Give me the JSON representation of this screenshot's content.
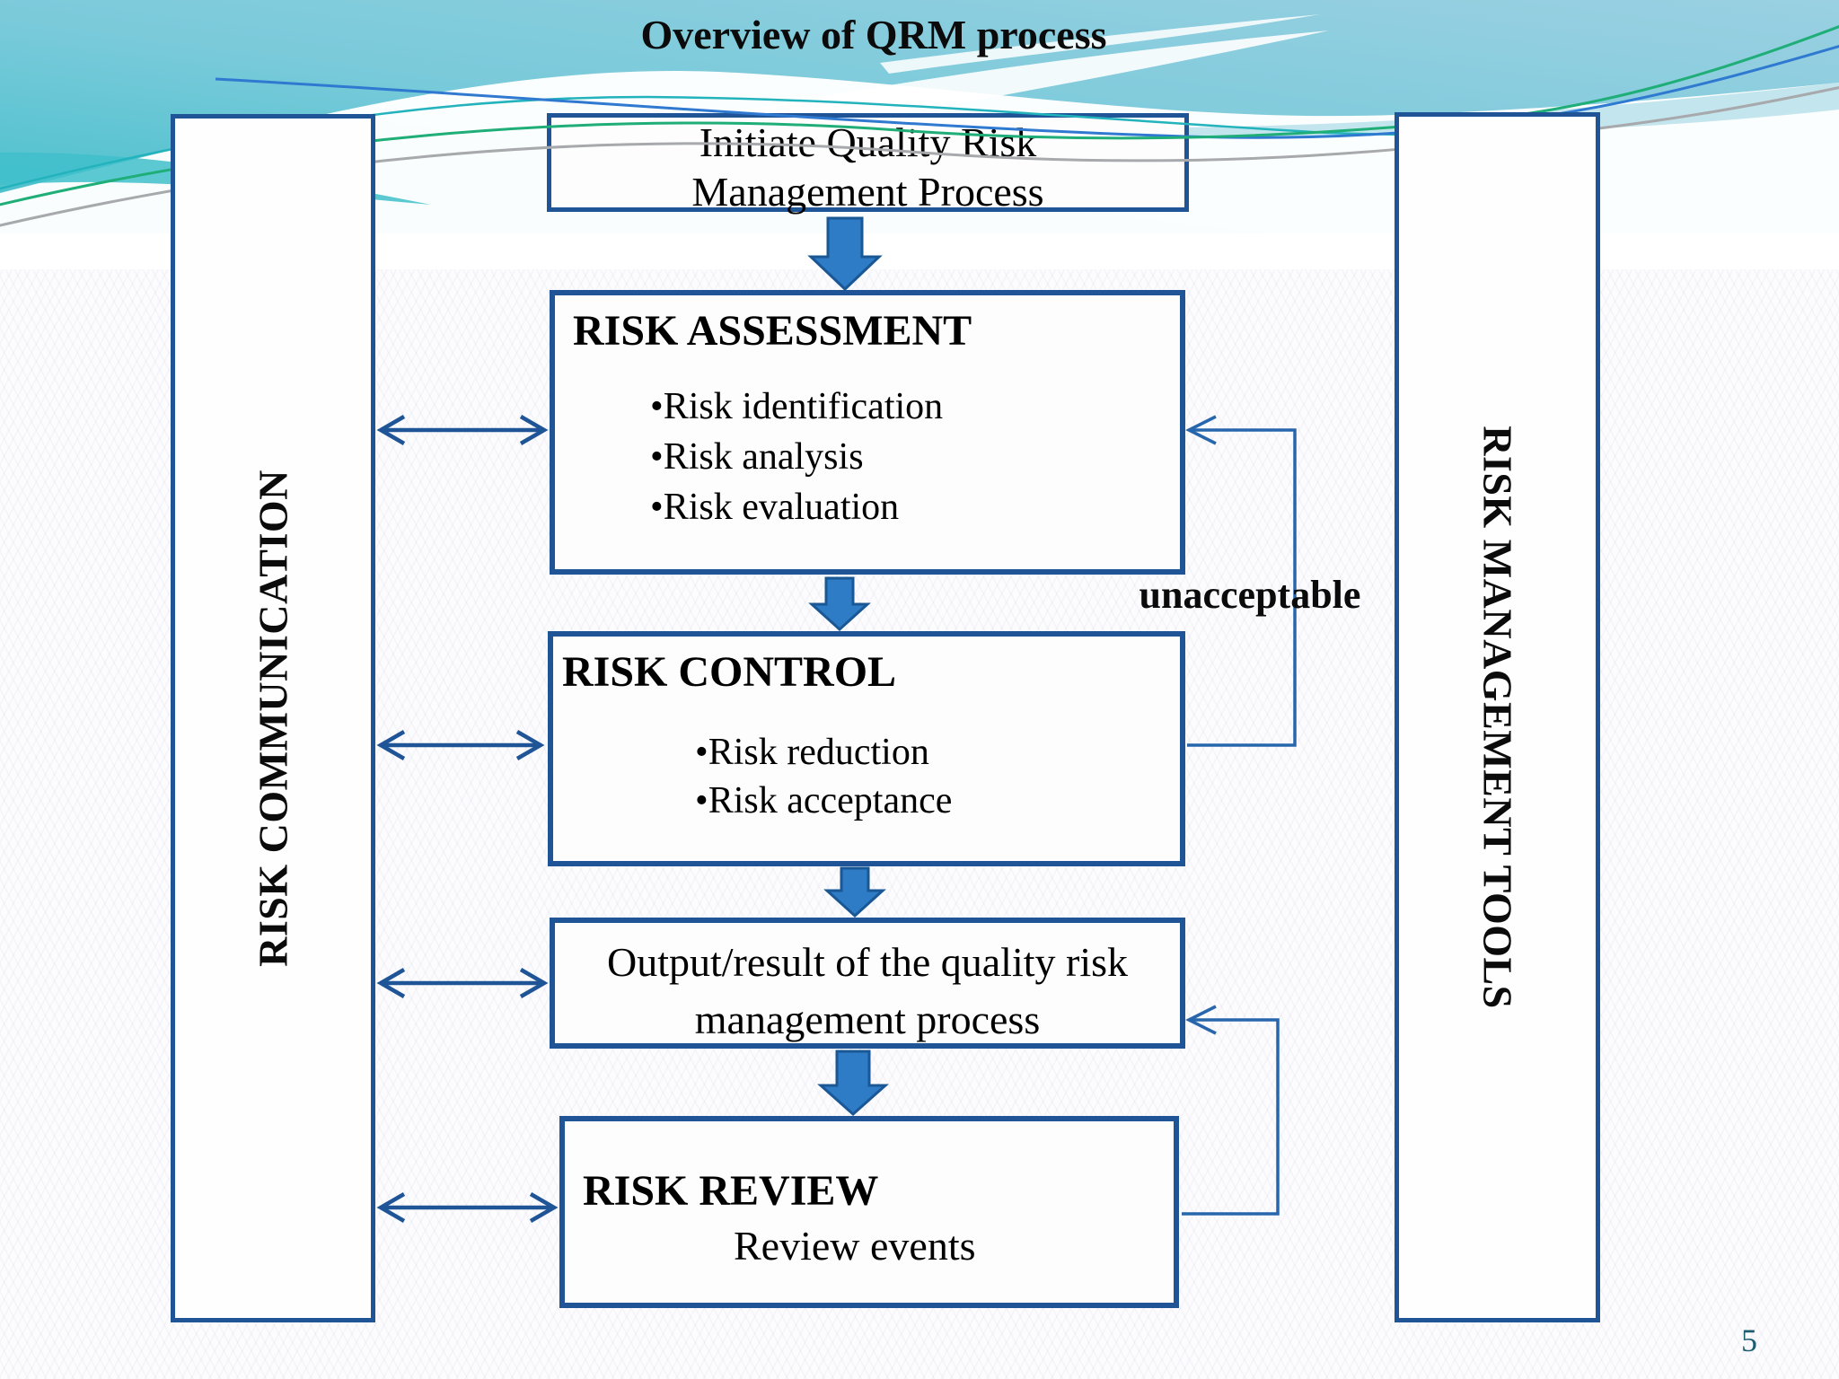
{
  "slide": {
    "title": "Overview of QRM process",
    "page_number": "5"
  },
  "sidebars": {
    "left_label": "RISK COMMUNICATION",
    "right_label": "RISK MANAGEMENT TOOLS"
  },
  "flow": {
    "initiate": {
      "lines": [
        "Initiate Quality Risk",
        "Management Process"
      ]
    },
    "risk_assessment": {
      "title": "RISK ASSESSMENT",
      "bullets": [
        "•Risk identification",
        "•Risk analysis",
        "•Risk evaluation"
      ]
    },
    "risk_control": {
      "title": "RISK CONTROL",
      "bullets": [
        "•Risk reduction",
        "•Risk acceptance"
      ]
    },
    "output": {
      "lines": [
        "Output/result of the quality risk",
        "management process"
      ]
    },
    "risk_review": {
      "title": "RISK REVIEW",
      "subtitle": "Review events"
    }
  },
  "annotations": {
    "unacceptable": "unacceptable"
  },
  "colors": {
    "box_border": "#1F5597",
    "block_arrow_fill": "#2E7BC6",
    "block_arrow_stroke": "#1A5795",
    "connector_line": "#2766AC",
    "double_arrow": "#1F5597",
    "wave_teal": "#45BFCA",
    "wave_light_blue": "#9AD0E2",
    "accent_green": "#1FAE77",
    "accent_gray": "#A7A9AC",
    "accent_blue": "#2F7AD0",
    "page_number": "#1E5C70"
  }
}
